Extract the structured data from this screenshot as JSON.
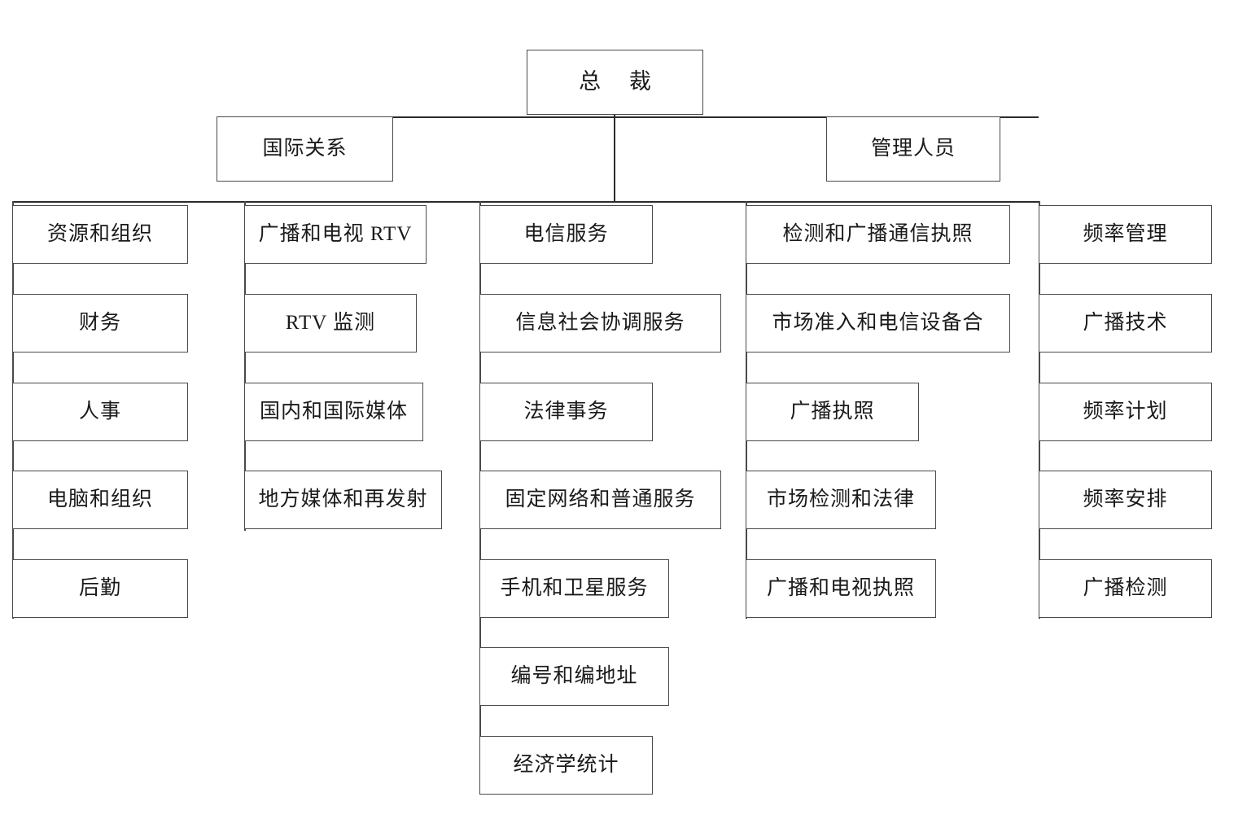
{
  "diagram": {
    "title_box": {
      "label": "总    裁"
    },
    "row2": [
      {
        "label": "国际关系"
      },
      {
        "label": "管理人员"
      }
    ],
    "columns": [
      {
        "name": "resources-and-organization",
        "items": [
          {
            "label": "资源和组织"
          },
          {
            "label": "财务"
          },
          {
            "label": "人事"
          },
          {
            "label": "电脑和组织"
          },
          {
            "label": "后勤"
          }
        ]
      },
      {
        "name": "broadcasting-and-television-rtv",
        "items": [
          {
            "label": "广播和电视 RTV"
          },
          {
            "label": "RTV 监测"
          },
          {
            "label": "国内和国际媒体"
          },
          {
            "label": "地方媒体和再发射"
          }
        ]
      },
      {
        "name": "telecommunication-services",
        "items": [
          {
            "label": "电信服务"
          },
          {
            "label": "信息社会协调服务"
          },
          {
            "label": "法律事务"
          },
          {
            "label": "固定网络和普通服务"
          },
          {
            "label": "手机和卫星服务"
          },
          {
            "label": "编号和编地址"
          },
          {
            "label": "经济学统计"
          }
        ]
      },
      {
        "name": "monitoring-and-broadcast-licensing",
        "items": [
          {
            "label": "检测和广播通信执照"
          },
          {
            "label": "市场准入和电信设备合"
          },
          {
            "label": "广播执照"
          },
          {
            "label": "市场检测和法律"
          },
          {
            "label": "广播和电视执照"
          }
        ]
      },
      {
        "name": "frequency-management",
        "items": [
          {
            "label": "频率管理"
          },
          {
            "label": "广播技术"
          },
          {
            "label": "频率计划"
          },
          {
            "label": "频率安排"
          },
          {
            "label": "广播检测"
          }
        ]
      }
    ],
    "colors": {
      "box_border": "#4a4a4a",
      "connector": "#2b2b2b",
      "background": "#ffffff",
      "text": "#1a1a1a"
    }
  }
}
